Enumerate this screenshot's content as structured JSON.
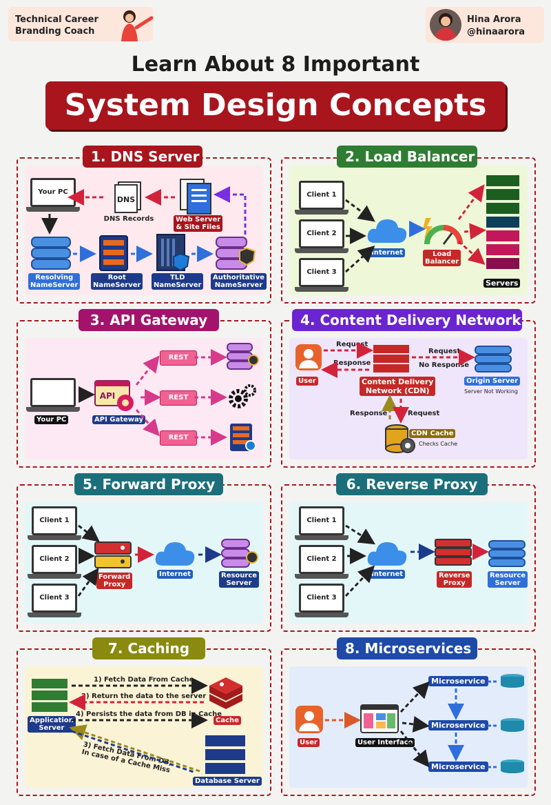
{
  "header": {
    "left_line1": "Technical Career",
    "left_line2": "Branding Coach",
    "author_name": "Hina Arora",
    "author_handle": "@hinaarora"
  },
  "subtitle": "Learn About 8 Important",
  "title": "System Design Concepts",
  "sections": {
    "dns": {
      "title": "1. DNS Server",
      "your_pc": "Your PC",
      "dns_records_icon": "DNS",
      "dns_records": "DNS Records",
      "web_server_1": "Web Server",
      "web_server_2": "& Site Files",
      "resolving_1": "Resolving",
      "resolving_2": "NameServer",
      "root_1": "Root",
      "root_2": "NameServer",
      "tld_1": "TLD",
      "tld_2": "NameServer",
      "auth_1": "Authoritative",
      "auth_2": "NameServer"
    },
    "lb": {
      "title": "2. Load Balancer",
      "client1": "Client 1",
      "client2": "Client 2",
      "client3": "Client 3",
      "internet": "Internet",
      "lb_1": "Load",
      "lb_2": "Balancer",
      "servers": "Servers"
    },
    "api": {
      "title": "3. API Gateway",
      "your_pc": "Your PC",
      "api_icon": "API",
      "api_gateway": "API Gateway",
      "rest1": "REST",
      "rest2": "REST",
      "rest3": "REST"
    },
    "cdn": {
      "title": "4. Content Delivery Network",
      "request1": "Request",
      "response1": "Response",
      "request2": "Request",
      "no_response": "No Response",
      "user": "User",
      "cdn_1": "Content Delivery",
      "cdn_2": "Network (CDN)",
      "origin": "Origin Server",
      "origin_status": "Server Not Working",
      "response2": "Response",
      "request3": "Request",
      "cache": "CDN Cache",
      "checks": "Checks Cache"
    },
    "fproxy": {
      "title": "5. Forward Proxy",
      "client1": "Client 1",
      "client2": "Client 2",
      "client3": "Client 3",
      "proxy_1": "Forward",
      "proxy_2": "Proxy",
      "internet": "Internet",
      "resource_1": "Resource",
      "resource_2": "Server"
    },
    "rproxy": {
      "title": "6. Reverse Proxy",
      "client1": "Client 1",
      "client2": "Client 2",
      "client3": "Client 3",
      "internet": "Internet",
      "proxy_1": "Reverse",
      "proxy_2": "Proxy",
      "resource_1": "Resource",
      "resource_2": "Server"
    },
    "caching": {
      "title": "7. Caching",
      "step1": "1) Fetch Data From Cache",
      "step2": "2) Return the data to the server",
      "step4": "4) Persists the data from DB in Cache",
      "step3_1": "3) Fetch Data From DB,",
      "step3_2": "In case of a Cache Miss",
      "app_1": "Application",
      "app_2": "Server",
      "cache": "Cache",
      "db": "Database Server"
    },
    "micro": {
      "title": "8. Microservices",
      "user": "User",
      "ui": "User Interface",
      "ms1": "Microservice",
      "ms2": "Microservice",
      "ms3": "Microservice"
    }
  }
}
